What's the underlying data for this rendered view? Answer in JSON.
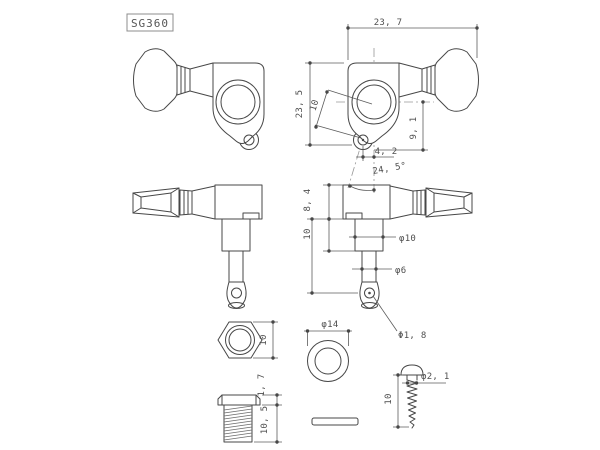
{
  "style": {
    "background": "#ffffff",
    "line_color": "#474747",
    "dimension_line_color": "#5c5c5c",
    "centerline_color": "#979797",
    "text_color": "#4f4f4f"
  },
  "part_label": {
    "model": "SG360"
  },
  "dimensions": {
    "front_view": {
      "overall_width": "23, 7",
      "overall_height": "23, 5",
      "screw_hole_offset": "10",
      "center_to_plate_bottom": "9, 1",
      "screw_hole_x_offset": "4, 2",
      "screw_hole_angle": "24, 5°"
    },
    "side_view": {
      "housing_depth": "8, 4",
      "bushing_length": "10",
      "bushing_diameter": "φ10",
      "post_diameter": "φ6",
      "string_hole_diameter": "Φ1, 8"
    },
    "hex_nut": {
      "height": "10"
    },
    "washer": {
      "outer_diameter": "φ14"
    },
    "screw_bushing": {
      "head_height": "1, 7",
      "thread_length": "10, 5"
    },
    "wood_screw": {
      "length": "10",
      "diameter": "φ2, 1"
    }
  }
}
